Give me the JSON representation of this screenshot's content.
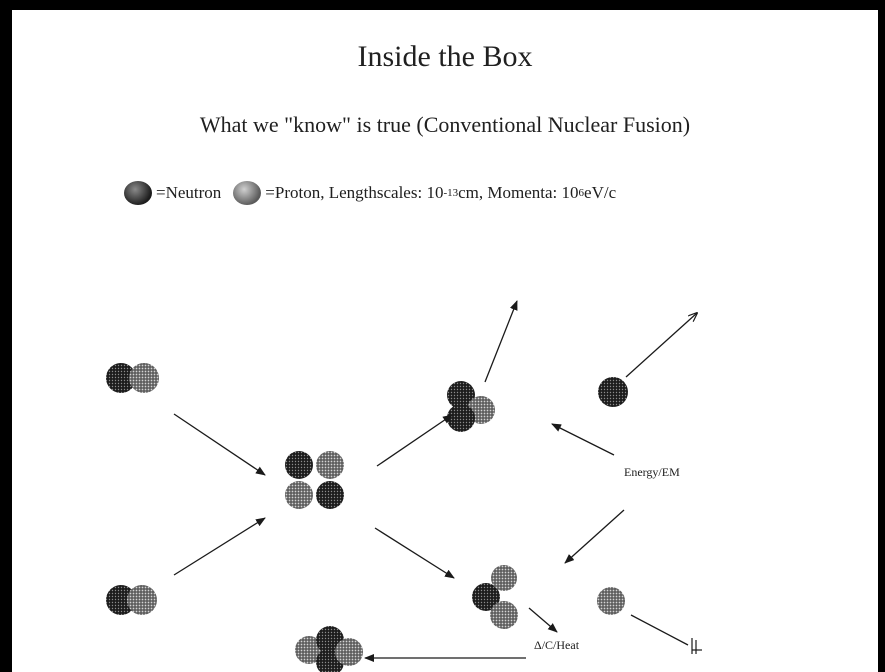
{
  "slide": {
    "title": "Inside the Box",
    "subtitle": "What we \"know\" is true (Conventional Nuclear Fusion)",
    "legend": {
      "neutron_label": "=Neutron",
      "proton_label": "=Proton, Lengthscales: 10",
      "exponent_1": "-13",
      "unit_1": " cm, Momenta: 10",
      "exponent_2": "6",
      "unit_2": " eV/c"
    },
    "labels": {
      "energy": "Energy/EM",
      "heat": "Δ/C/Heat"
    }
  },
  "colors": {
    "border": "#000000",
    "background": "#ffffff",
    "neutron": "#2a2a2a",
    "proton": "#6e6e6e",
    "arrow": "#1a1a1a"
  }
}
